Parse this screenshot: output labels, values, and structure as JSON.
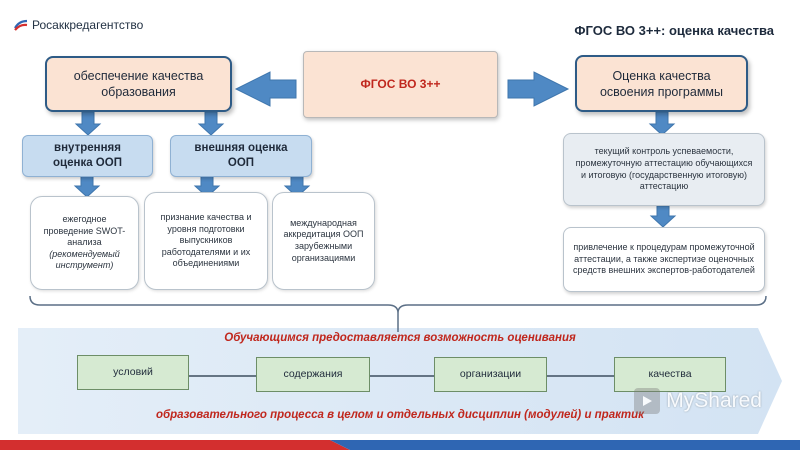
{
  "header": {
    "logo_text": "Росаккредагентство",
    "title": "ФГОС ВО 3++: оценка качества"
  },
  "center": {
    "label": "ФГОС ВО 3++"
  },
  "left_top": {
    "label": "обеспечение качества образования"
  },
  "right_top": {
    "label": "Оценка качества освоения программы"
  },
  "internal": {
    "label": "внутренняя оценка ООП",
    "detail_line1": "ежегодное проведение SWOT-анализа",
    "detail_line2": "(рекомендуемый инструмент)"
  },
  "external": {
    "label": "внешняя оценка ООП",
    "detail_left": "признание качества и уровня подготовки выпускников работодателями и их объединениями",
    "detail_right": "международная аккредитация ООП зарубежными организациями"
  },
  "right_details": {
    "control": "текущий контроль успеваемости, промежуточную аттестацию обучающихся и итоговую (государственную итоговую) аттестацию",
    "experts": "привлечение к процедурам промежуточной аттестации, а также экспертизе оценочных средств внешних экспертов-работодателей"
  },
  "band": {
    "top_text": "Обучающимся предоставляется возможность оценивания",
    "items": [
      "условий",
      "содержания",
      "организации",
      "качества"
    ],
    "bottom_text": "образовательного процесса в целом и отдельных дисциплин (модулей) и практик"
  },
  "watermark": {
    "text": "MyShared"
  },
  "colors": {
    "accent_red": "#c0271d",
    "box_peach": "#fbe3d3",
    "box_blue": "#c7dcf0",
    "arrow_blue": "#4f89c4",
    "item_green": "#d6ead2",
    "band_light": "#dce9f5"
  }
}
